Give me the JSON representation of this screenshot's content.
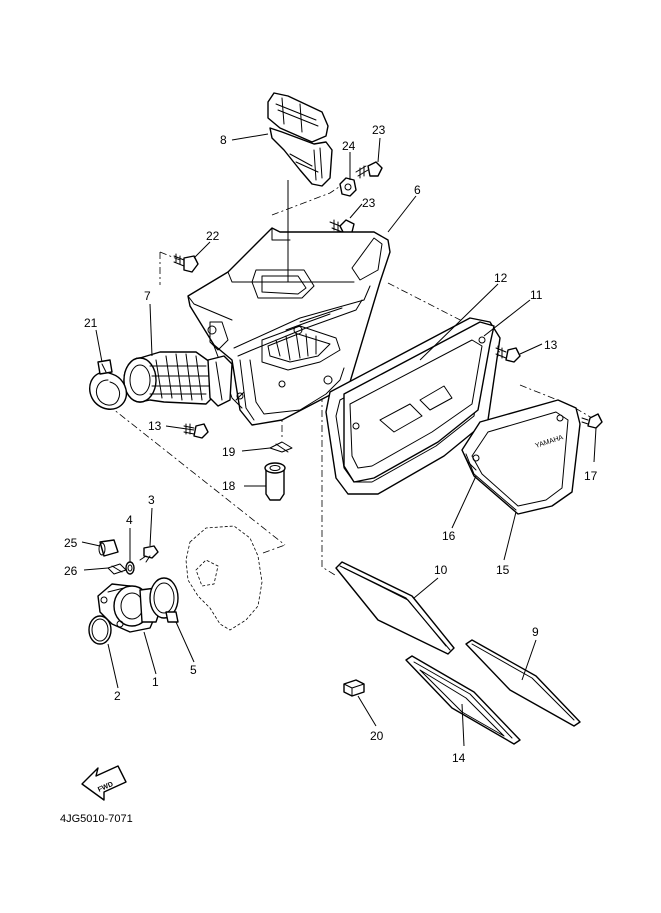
{
  "diagram_code": "4JG5010-7071",
  "fwd_label": "FWD",
  "brand_mark": "YAMAHA",
  "callouts": {
    "p1": "1",
    "p2": "2",
    "p3": "3",
    "p4": "4",
    "p5": "5",
    "p6": "6",
    "p7": "7",
    "p8": "8",
    "p9": "9",
    "p10": "10",
    "p11": "11",
    "p12": "12",
    "p13a": "13",
    "p13b": "13",
    "p14": "14",
    "p15": "15",
    "p16": "16",
    "p17": "17",
    "p18": "18",
    "p19": "19",
    "p20": "20",
    "p21": "21",
    "p22": "22",
    "p23a": "23",
    "p23b": "23",
    "p24": "24",
    "p25": "25",
    "p26": "26"
  }
}
